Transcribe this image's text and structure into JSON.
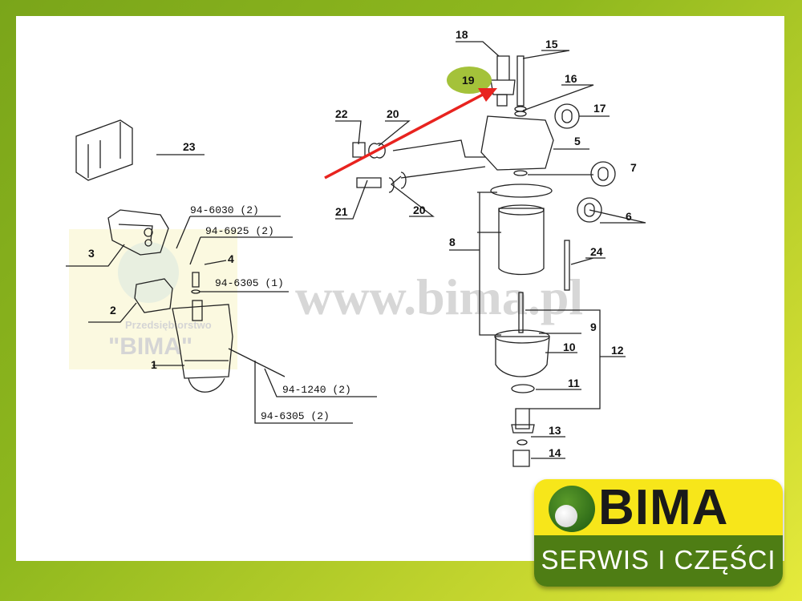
{
  "watermark": {
    "url": "www.bima.pl",
    "company_line": "Przedsiębiorstwo",
    "company_name": "\"BIMA\""
  },
  "callouts": {
    "c1": "1",
    "c2": "2",
    "c3": "3",
    "c4": "4",
    "c5": "5",
    "c6": "6",
    "c7": "7",
    "c8": "8",
    "c9": "9",
    "c10": "10",
    "c11": "11",
    "c12": "12",
    "c13": "13",
    "c14": "14",
    "c15": "15",
    "c16": "16",
    "c17": "17",
    "c18": "18",
    "c19": "19",
    "c20a": "20",
    "c20b": "20",
    "c21": "21",
    "c22": "22",
    "c23": "23",
    "c24": "24"
  },
  "part_numbers": {
    "p1": "94-6030 (2)",
    "p2": "94-6925 (2)",
    "p3": "94-6305 (1)",
    "p4": "94-1240 (2)",
    "p5": "94-6305 (2)"
  },
  "highlight": {
    "callout": "19",
    "color": "#a4c23a",
    "arrow_color": "#e8231f"
  },
  "logo": {
    "brand": "BIMA",
    "tagline": "SERWIS I CZĘŚCI"
  }
}
